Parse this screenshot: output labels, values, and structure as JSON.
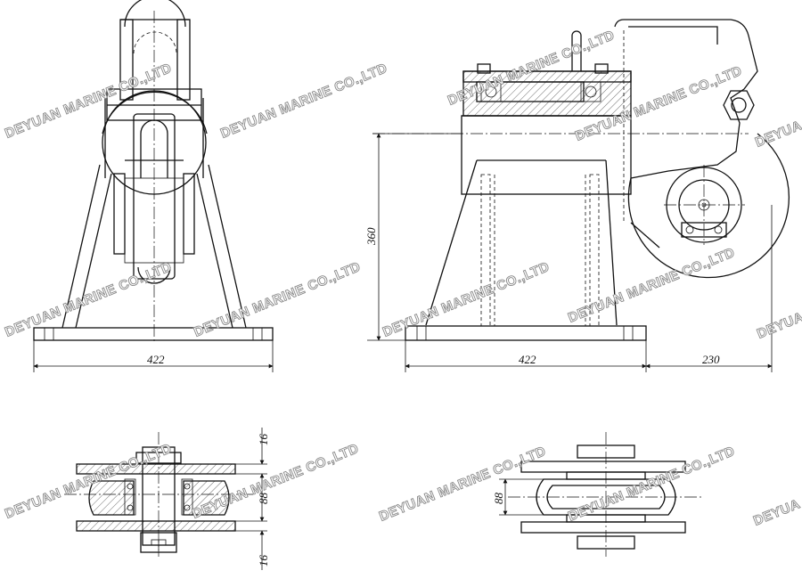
{
  "drawing": {
    "dimensions": {
      "front_base_width": "422",
      "side_base_width": "422",
      "side_overhang": "230",
      "side_height": "360",
      "section_top_flange": "16",
      "section_groove": "88",
      "section_bottom_flange": "16",
      "plan_groove": "88"
    },
    "watermark": "DEYUAN MARINE CO.,LTD",
    "watermark_cut": "DEYUA"
  }
}
